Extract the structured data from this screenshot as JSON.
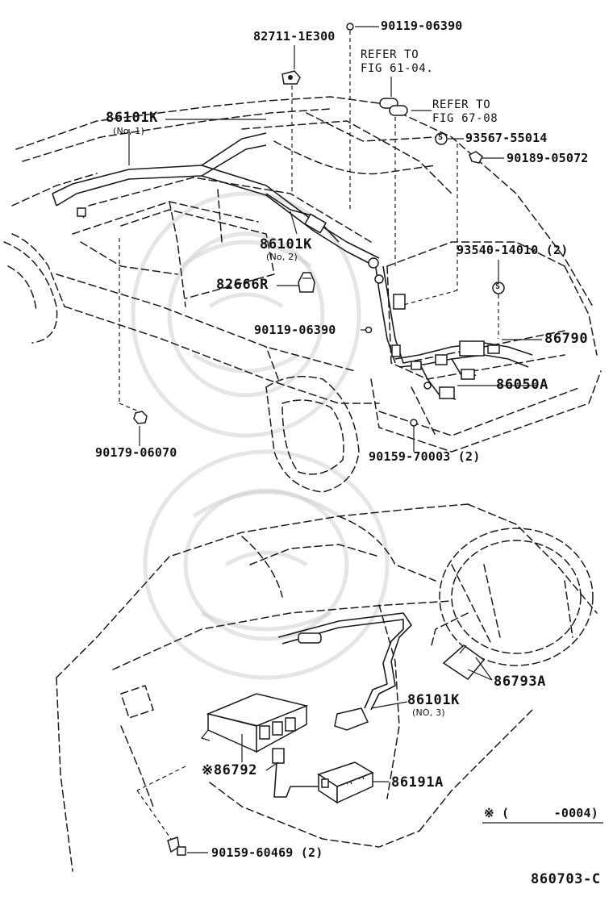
{
  "labels": {
    "p_82711": "82711-1E300",
    "p_90119_top": "90119-06390",
    "refer_1": "REFER TO\nFIG 61-04.",
    "refer_2": "REFER TO\nFIG 67-08",
    "p_93567": "93567-55014",
    "p_90189": "90189-05072",
    "p_86101k_1": "86101K",
    "p_86101k_1_note": "(No, 1)",
    "p_86101k_2": "86101K",
    "p_86101k_2_note": "(No, 2)",
    "p_82666r": "82666R",
    "p_93540": "93540-14010 (2)",
    "p_90119_mid": "90119-06390",
    "p_86790": "86790",
    "p_86050a": "86050A",
    "p_90179": "90179-06070",
    "p_90159_70003": "90159-70003 (2)",
    "p_86793a": "86793A",
    "p_86101k_3": "86101K",
    "p_86101k_3_note": "(NO, 3)",
    "p_86792": "※86792",
    "p_86191a": "86191A",
    "p_90159_60469": "90159-60469 (2)",
    "footnote": "※ (      -0004)",
    "diagram_code": "860703-C"
  },
  "symbols": {
    "s_mark": "S"
  }
}
